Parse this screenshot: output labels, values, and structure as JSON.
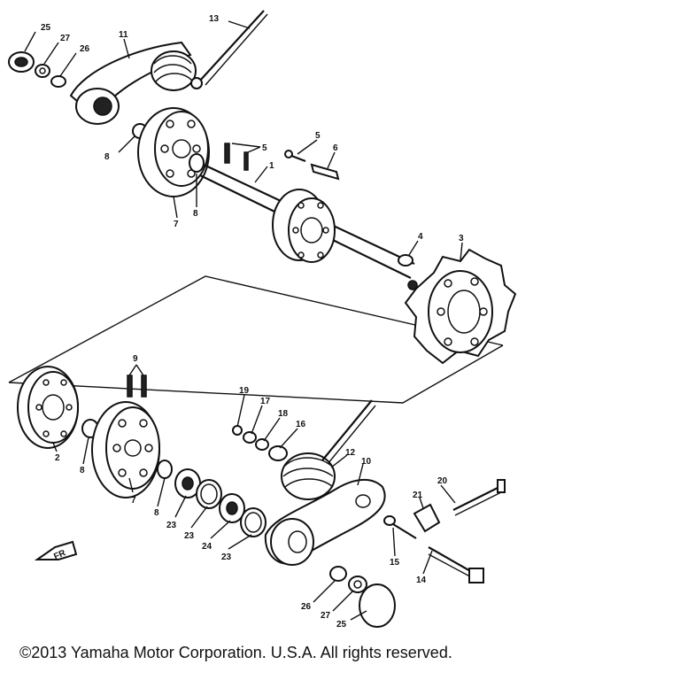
{
  "callouts": {
    "c1": "1",
    "c2": "2",
    "c3": "3",
    "c4": "4",
    "c5": "5",
    "c5b": "5",
    "c6": "6",
    "c7": "7",
    "c7b": "7",
    "c8": "8",
    "c8b": "8",
    "c8c": "8",
    "c8d": "8",
    "c9": "9",
    "c10": "10",
    "c11": "11",
    "c12": "12",
    "c13": "13",
    "c14": "14",
    "c15": "15",
    "c16": "16",
    "c17": "17",
    "c18": "18",
    "c19": "19",
    "c20": "20",
    "c21": "21",
    "c23a": "23",
    "c23b": "23",
    "c23c": "23",
    "c24": "24",
    "c25a": "25",
    "c25b": "25",
    "c26a": "26",
    "c26b": "26",
    "c27a": "27",
    "c27b": "27"
  },
  "fr_marker": "FR",
  "copyright": "©2013 Yamaha Motor Corporation. U.S.A. All rights reserved."
}
